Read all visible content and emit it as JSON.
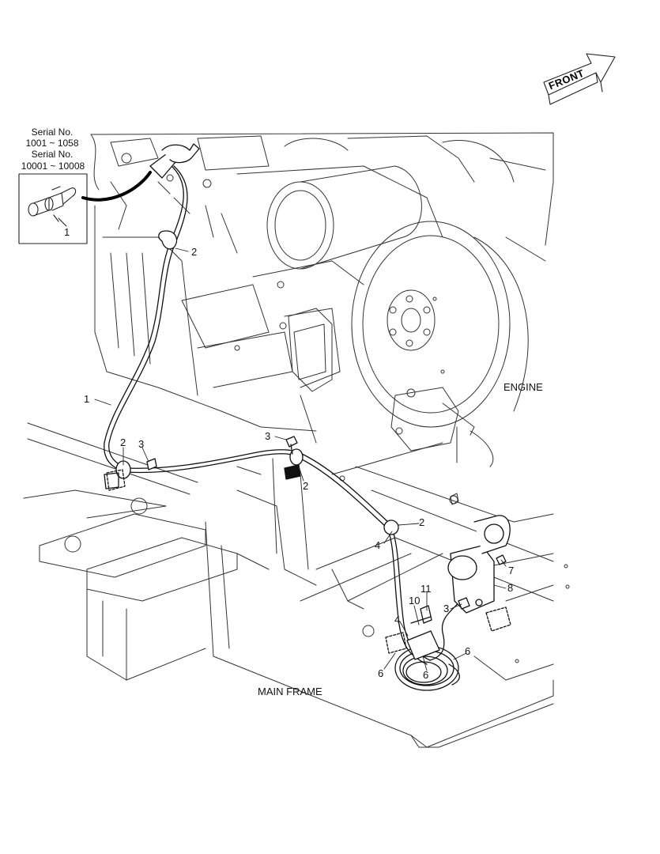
{
  "front": {
    "label": "FRONT"
  },
  "region_labels": {
    "engine": "ENGINE",
    "main_frame": "MAIN FRAME"
  },
  "inset": {
    "serial_1_title": "Serial No.",
    "serial_1_range": "1001 ~ 1058",
    "serial_2_title": "Serial No.",
    "serial_2_range": "10001 ~ 10008",
    "part_number": "1"
  },
  "callouts": [
    {
      "id": "c-2a",
      "text": "2"
    },
    {
      "id": "c-1",
      "text": "1"
    },
    {
      "id": "c-2b",
      "text": "2"
    },
    {
      "id": "c-3a",
      "text": "3"
    },
    {
      "id": "c-3b",
      "text": "3"
    },
    {
      "id": "c-2c",
      "text": "2"
    },
    {
      "id": "c-2d",
      "text": "2"
    },
    {
      "id": "c-4a",
      "text": "4"
    },
    {
      "id": "c-7",
      "text": "7"
    },
    {
      "id": "c-8",
      "text": "8"
    },
    {
      "id": "c-11",
      "text": "11"
    },
    {
      "id": "c-10",
      "text": "10"
    },
    {
      "id": "c-3c",
      "text": "3"
    },
    {
      "id": "c-4b",
      "text": "4"
    },
    {
      "id": "c-6a",
      "text": "6"
    },
    {
      "id": "c-6b",
      "text": "6"
    },
    {
      "id": "c-6c",
      "text": "6"
    }
  ]
}
